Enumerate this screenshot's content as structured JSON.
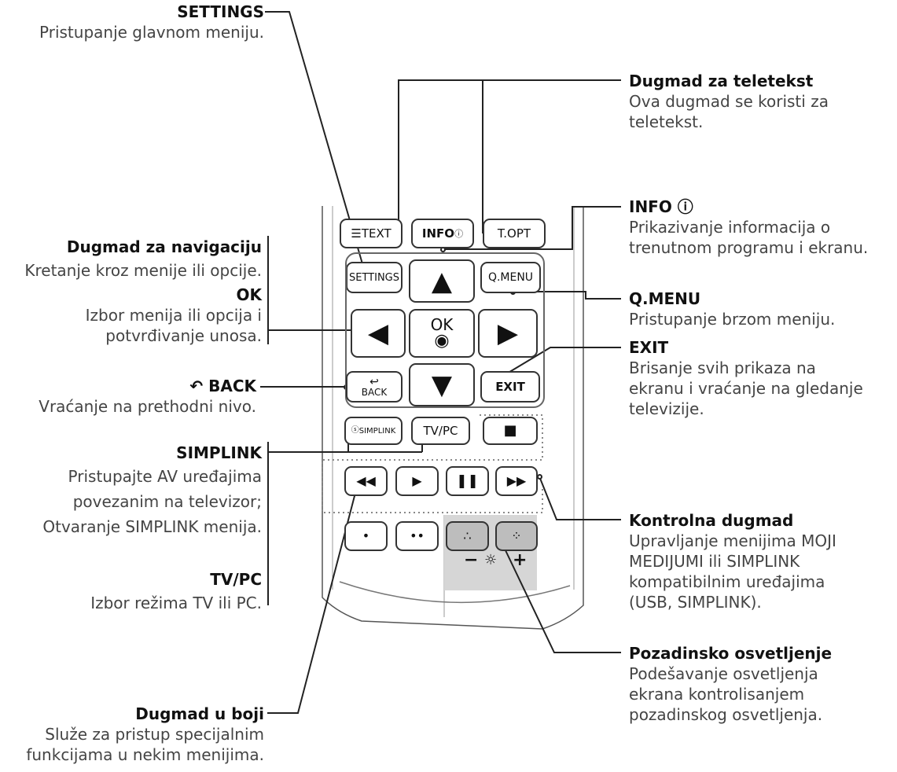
{
  "labels": {
    "settings": {
      "title": "SETTINGS",
      "desc": [
        "Pristupanje glavnom meniju."
      ]
    },
    "navigation": {
      "title": "Dugmad za navigaciju",
      "desc": [
        "Kretanje kroz menije ili opcije."
      ]
    },
    "ok": {
      "title": "OK",
      "desc": [
        "Izbor menija ili opcija i",
        "potvrđivanje unosa."
      ]
    },
    "back": {
      "title": "BACK",
      "icon": "back-arrow-icon",
      "desc": [
        "Vraćanje na prethodni nivo."
      ]
    },
    "simplink": {
      "title": "SIMPLINK",
      "desc": [
        "Pristupajte AV uređajima",
        "povezanim na televizor;",
        "Otvaranje SIMPLINK menija."
      ]
    },
    "tvpc": {
      "title": "TV/PC",
      "desc": [
        "Izbor režima TV ili PC."
      ]
    },
    "color_buttons": {
      "title": "Dugmad u boji",
      "desc": [
        "Služe za pristup specijalnim",
        "funkcijama u nekim menijima."
      ]
    },
    "teletext": {
      "title": "Dugmad za teletekst",
      "desc": [
        "Ova dugmad se koristi za",
        "teletekst."
      ]
    },
    "info": {
      "title": "INFO ⓘ",
      "desc": [
        "Prikazivanje informacija o",
        "trenutnom programu i ekranu."
      ]
    },
    "qmenu": {
      "title": "Q.MENU",
      "desc": [
        "Pristupanje brzom meniju."
      ]
    },
    "exit": {
      "title": "EXIT",
      "desc": [
        "Brisanje svih prikaza na",
        "ekranu i vraćanje na gledanje",
        "televizije."
      ]
    },
    "control": {
      "title": "Kontrolna dugmad",
      "desc": [
        "Upravljanje menijima MOJI",
        "MEDIJUMI ili SIMPLINK",
        "kompatibilnim uređajima",
        "(USB, SIMPLINK)."
      ]
    },
    "backlight": {
      "title": "Pozadinsko osvetljenje",
      "desc": [
        "Podešavanje osvetljenja",
        "ekrana kontrolisanjem",
        "pozadinskog osvetljenja."
      ]
    }
  },
  "remote": {
    "text_btn": "TEXT",
    "info_btn": "INFO",
    "topt_btn": "T.OPT",
    "settings_btn": "SETTINGS",
    "qmenu_btn": "Q.MENU",
    "ok_btn": "OK",
    "back_btn": "BACK",
    "exit_btn": "EXIT",
    "simplink_btn": "SIMPLINK",
    "tvpc_btn": "TV/PC",
    "minus": "−",
    "plus": "+"
  }
}
